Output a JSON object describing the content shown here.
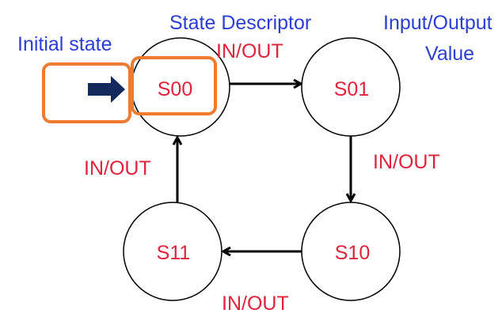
{
  "annotations": {
    "initial_state": "Initial state",
    "state_descriptor": "State Descriptor",
    "io_value_line1": "Input/Output",
    "io_value_line2": "Value"
  },
  "states": [
    {
      "id": "s00",
      "label": "S00"
    },
    {
      "id": "s01",
      "label": "S01"
    },
    {
      "id": "s10",
      "label": "S10"
    },
    {
      "id": "s11",
      "label": "S11"
    }
  ],
  "transitions": [
    {
      "from": "S00",
      "to": "S01",
      "label": "IN/OUT"
    },
    {
      "from": "S01",
      "to": "S10",
      "label": "IN/OUT"
    },
    {
      "from": "S10",
      "to": "S11",
      "label": "IN/OUT"
    },
    {
      "from": "S11",
      "to": "S00",
      "label": "IN/OUT"
    }
  ],
  "colors": {
    "annotation_text": "#2b3ed6",
    "state_text": "#e0223a",
    "highlight": "#ee7b30",
    "start_arrow": "#142a5c",
    "edges": "#000000"
  }
}
